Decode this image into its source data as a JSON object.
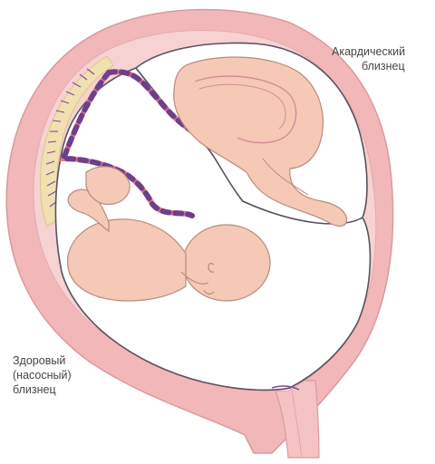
{
  "labels": {
    "acardiac_twin": {
      "line1": "Акардический",
      "line2": "близнец"
    },
    "healthy_twin": {
      "line1": "Здоровый",
      "line2": "(насосный)",
      "line3": "близнец"
    }
  },
  "colors": {
    "uterine_wall": "#f2b7b9",
    "uterine_wall_inner": "#f6c9c9",
    "amniotic_sac": "#ffffff",
    "placenta": "#f1e0b0",
    "membrane_outline": "#5a5060",
    "fetus_skin": "#f5c9b6",
    "fetus_outline": "#b78b7e",
    "cord_pink": "#e07a8e",
    "cord_purple": "#6d3f8c",
    "vessel_purple": "#7b4aa0"
  }
}
